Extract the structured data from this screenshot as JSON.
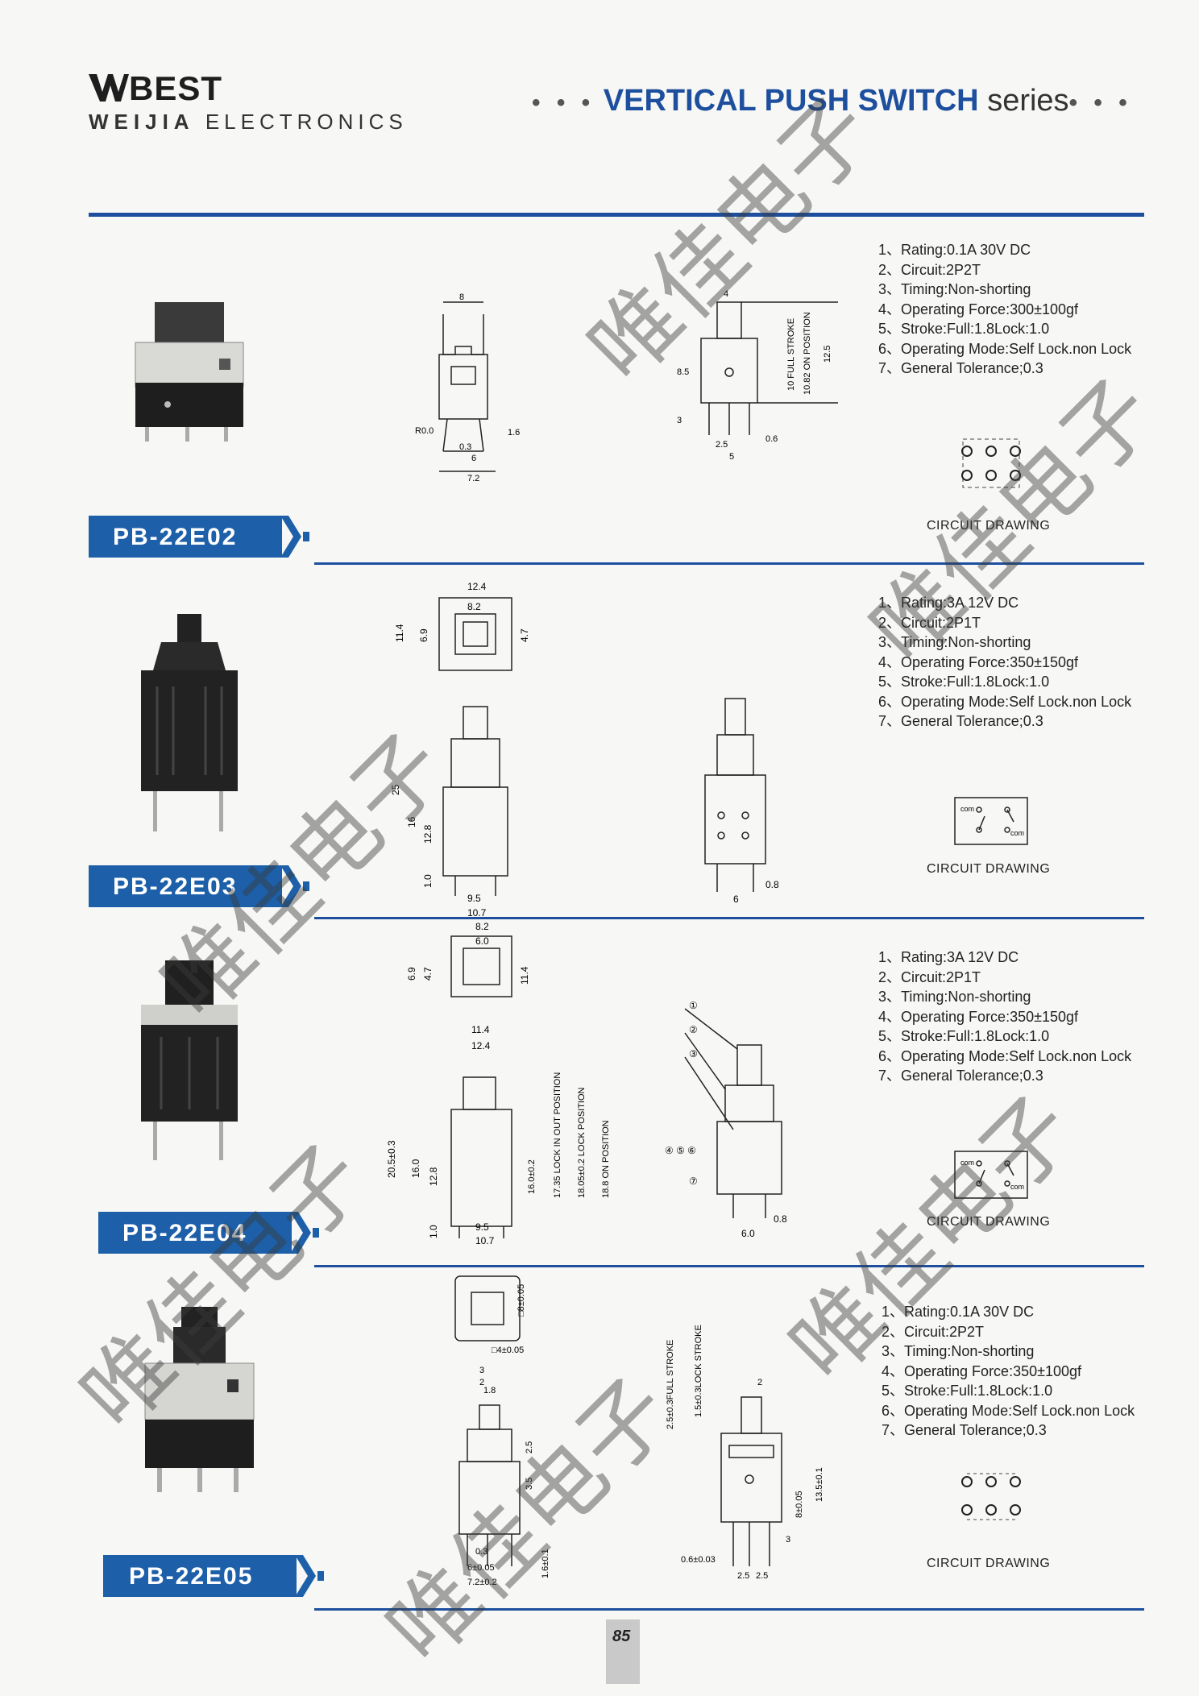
{
  "header": {
    "brand": "BEST",
    "company_bold": "WEIJIA",
    "company_rest": "ELECTRONICS",
    "dots_left": "• • •",
    "title": "VERTICAL PUSH SWITCH",
    "title_suffix": "series",
    "dots_right": "• • •"
  },
  "sections": [
    {
      "model": "PB-22E02",
      "specs": [
        "1、Rating:0.1A 30V DC",
        "2、Circuit:2P2T",
        "3、Timing:Non-shorting",
        "4、Operating Force:300±100gf",
        "5、Stroke:Full:1.8Lock:1.0",
        "6、Operating Mode:Self Lock.non Lock",
        "7、General Tolerance;0.3"
      ],
      "circuit_label": "CIRCUIT DRAWING",
      "dims_a": [
        "8",
        "R0.0",
        "1.6",
        "0.3",
        "6",
        "7.2"
      ],
      "dims_b": [
        "4",
        "8.5",
        "10 FULL STROKE",
        "10.82 ON POSITION",
        "12.5",
        "3",
        "2.5",
        "0.6",
        "5"
      ]
    },
    {
      "model": "PB-22E03",
      "specs": [
        "1、Rating:3A 12V DC",
        "2、Circuit:2P1T",
        "3、Timing:Non-shorting",
        "4、Operating Force:350±150gf",
        "5、Stroke:Full:1.8Lock:1.0",
        "6、Operating Mode:Self Lock.non Lock",
        "7、General Tolerance;0.3"
      ],
      "circuit_label": "CIRCUIT DRAWING",
      "circuit_com": "com",
      "dims_a": [
        "12.4",
        "8.2",
        "11.4",
        "6.9",
        "4.7",
        "25",
        "16",
        "12.8",
        "1.0",
        "9.5",
        "10.7"
      ],
      "dims_b": [
        "6",
        "0.8"
      ]
    },
    {
      "model": "PB-22E04",
      "specs": [
        "1、Rating:3A 12V DC",
        "2、Circuit:2P1T",
        "3、Timing:Non-shorting",
        "4、Operating Force:350±150gf",
        "5、Stroke:Full:1.8Lock:1.0",
        "6、Operating Mode:Self Lock.non Lock",
        "7、General Tolerance;0.3"
      ],
      "circuit_label": "CIRCUIT DRAWING",
      "circuit_com": "com",
      "dims_a": [
        "8.2",
        "6.0",
        "6.9",
        "4.7",
        "11.4",
        "11.4",
        "12.4",
        "20.5±0.3",
        "16.0",
        "12.8",
        "1.0",
        "9.5",
        "10.7",
        "16.0±0.2",
        "17.35 LOCK IN OUT POSITION",
        "18.05±0.2 LOCK POSITION",
        "18.8 ON POSITION"
      ],
      "dims_b": [
        "①",
        "②",
        "③",
        "④ ⑤ ⑥",
        "⑦",
        "6.0",
        "0.8"
      ]
    },
    {
      "model": "PB-22E05",
      "specs": [
        "1、Rating:0.1A 30V DC",
        "2、Circuit:2P2T",
        "3、Timing:Non-shorting",
        "4、Operating Force:350±100gf",
        "5、Stroke:Full:1.8Lock:1.0",
        "6、Operating Mode:Self Lock.non Lock",
        "7、General Tolerance;0.3"
      ],
      "circuit_label": "CIRCUIT DRAWING",
      "dims_a": [
        "□8±0.05",
        "□4±0.05",
        "3",
        "1.8",
        "2",
        "3.5",
        "2.5",
        "1.6±0.1",
        "0.3",
        "6±0.05",
        "7.2±0.2"
      ],
      "dims_b": [
        "2.5±0.3FULL STROKE",
        "1.5±0.3LOCK STROKE",
        "2",
        "8±0.05",
        "13.5±0.1",
        "3",
        "0.6±0.03",
        "2.5",
        "2.5"
      ]
    }
  ],
  "page_number": "85",
  "watermark": "唯佳电子"
}
